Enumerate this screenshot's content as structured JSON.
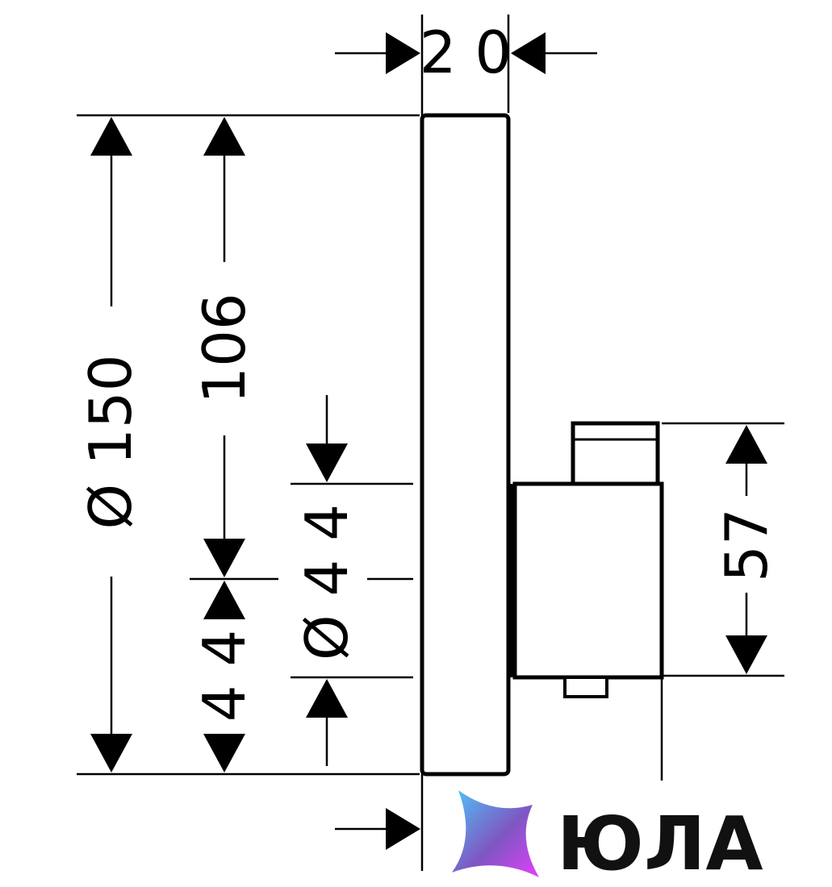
{
  "drawing": {
    "dimensions": {
      "depth": "2 0",
      "overall_diameter": "Ø 150",
      "upper_height": "106",
      "lower_height": "4 4",
      "outlet_diameter": "Ø 4 4",
      "valve_height": "57"
    }
  },
  "watermark": {
    "brand_text": "ЮЛА",
    "colors": [
      "#4fc3f7",
      "#7e57c2",
      "#e040fb"
    ]
  }
}
